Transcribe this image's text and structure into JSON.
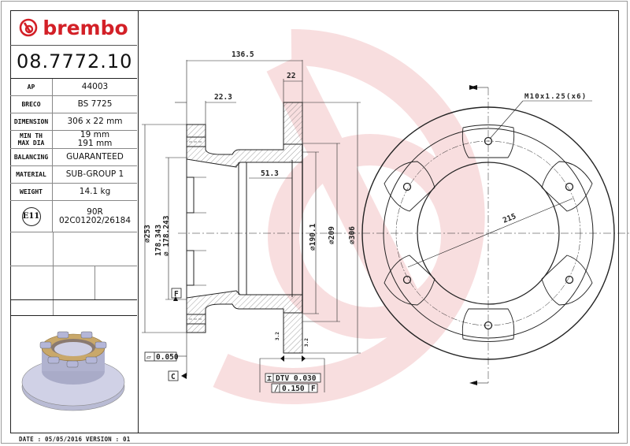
{
  "brand": {
    "name": "brembo",
    "color": "#d32027"
  },
  "part_number": "08.7772.10",
  "specs": [
    {
      "label": "AP",
      "value": "44003"
    },
    {
      "label": "BRECO",
      "value": "BS 7725"
    },
    {
      "label": "DIMENSION",
      "value": "306 x 22 mm"
    },
    {
      "label_lines": [
        "MIN TH",
        "MAX DIA"
      ],
      "value_lines": [
        "19 mm",
        "191 mm"
      ]
    },
    {
      "label": "BALANCING",
      "value": "GUARANTEED"
    },
    {
      "label": "MATERIAL",
      "value": "SUB-GROUP 1"
    },
    {
      "label": "WEIGHT",
      "value": "14.1 kg"
    }
  ],
  "homologation": {
    "badge": "E11",
    "code": "90R",
    "number": "02C01202/26184"
  },
  "footer": {
    "date_version": "DATE : 05/05/2016 VERSION : 01"
  },
  "section_view": {
    "dims": {
      "overall_width": "136.5",
      "disc_thickness": "22",
      "flange_offset": "22.3",
      "bore_depth": "51.3",
      "dia_253": "⌀253",
      "dia_178_max": "178.343",
      "dia_178_min": "⌀ 178.243",
      "dia_190": "⌀190.1",
      "dia_209": "⌀209",
      "dia_306": "⌀306"
    },
    "datum_f": "F",
    "datum_c": "C",
    "flatness": {
      "symbol": "▱",
      "value": "0.050"
    },
    "dtv": {
      "symbol": "⌶",
      "value": "DTV 0.030"
    },
    "runout": {
      "symbol": "/",
      "value": "0.150",
      "datum": "F"
    },
    "roughness_left": "3.2",
    "roughness_right": "3.2"
  },
  "front_view": {
    "thread_note": "M10x1.25(x6)",
    "pcd": "215"
  }
}
